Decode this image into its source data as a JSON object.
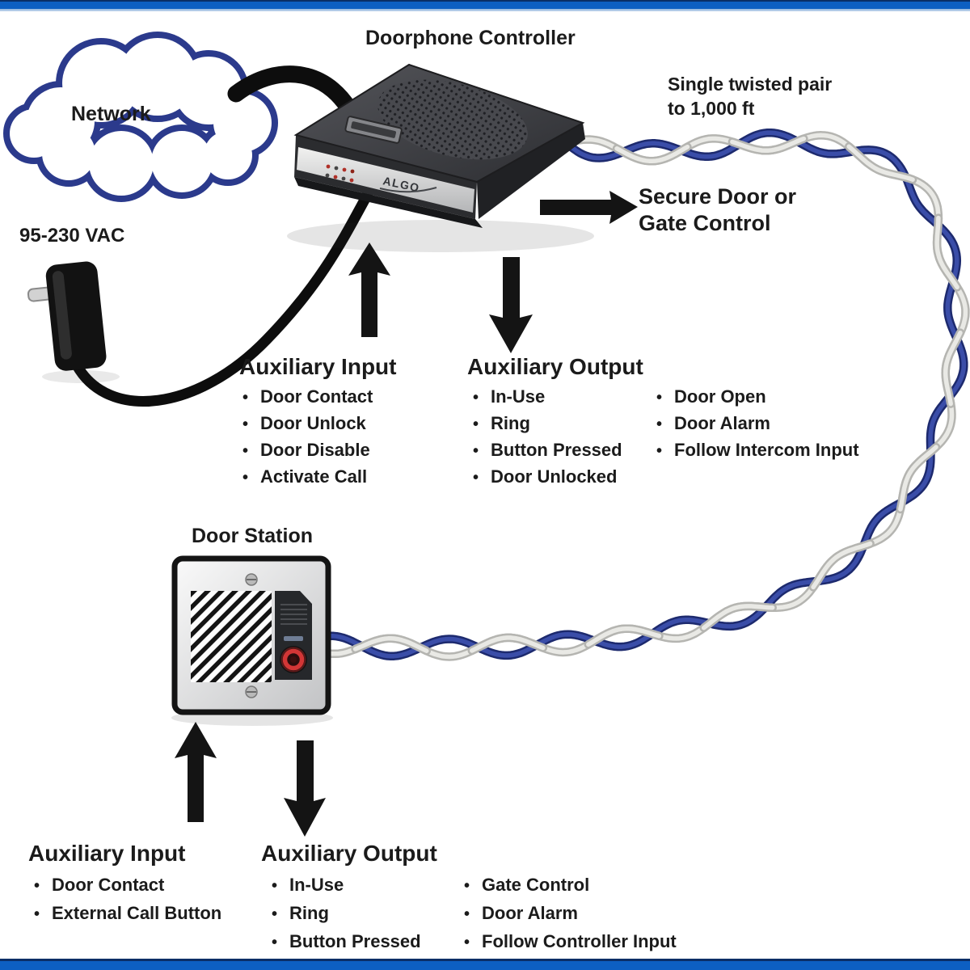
{
  "labels": {
    "title": "Doorphone Controller",
    "network": "Network",
    "power": "95-230 VAC",
    "twisted_pair_line1": "Single twisted pair",
    "twisted_pair_line2": "to 1,000 ft",
    "secure_line1": "Secure Door or",
    "secure_line2": "Gate Control",
    "door_station": "Door Station",
    "controller_brand": "ALGO"
  },
  "controller_section": {
    "input": {
      "heading": "Auxiliary Input",
      "items": [
        "Door Contact",
        "Door Unlock",
        "Door Disable",
        "Activate Call"
      ]
    },
    "output": {
      "heading": "Auxiliary Output",
      "col1": [
        "In-Use",
        "Ring",
        "Button Pressed",
        "Door Unlocked"
      ],
      "col2": [
        "Door Open",
        "Door Alarm",
        "Follow Intercom Input"
      ]
    }
  },
  "station_section": {
    "input": {
      "heading": "Auxiliary Input",
      "items": [
        "Door Contact",
        "External Call Button"
      ]
    },
    "output": {
      "heading": "Auxiliary Output",
      "col1": [
        "In-Use",
        "Ring",
        "Button Pressed"
      ],
      "col2": [
        "Gate Control",
        "Door Alarm",
        "Follow Controller Input"
      ]
    }
  },
  "ui": {
    "bullet": "•"
  },
  "colors": {
    "frame_blue": "#0d5fc2",
    "frame_dark": "#0a2e66",
    "cable_blue": "#3a4da8",
    "cable_blue_dark": "#1d2a6e",
    "cable_white": "#e9e9e5",
    "cable_white_dark": "#b5b5b1",
    "cloud_outline": "#2b3a8c",
    "arrow_black": "#141414",
    "text_black": "#1b1b1b",
    "button_red": "#d23636"
  }
}
